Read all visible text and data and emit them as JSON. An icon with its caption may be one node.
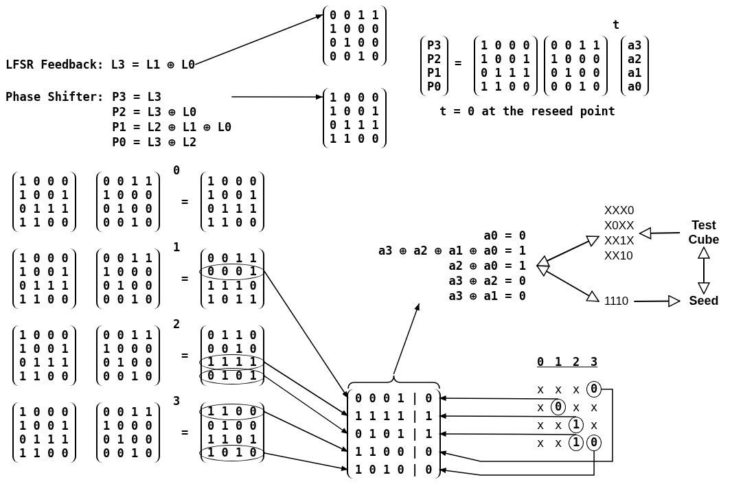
{
  "diagram": {
    "nodes": [
      {
        "text": [
          "LFSR Feedback: L3 = L1 ⊕ L0"
        ]
      },
      {
        "text": [
          "0 0 1 1 1 0 0 0 0 1 0 0 0 0 1 0"
        ]
      },
      {
        "text": [
          "Phase Shifter:",
          "P3 = L3",
          "P2 = L3 ⊕ L0",
          "P1 = L2 ⊕ L1 ⊕ L0",
          "P0 = L3 ⊕ L2"
        ]
      },
      {
        "text": [
          "1 0 0 0 1 0 0 1 0 1 1 1 1 1 0 0"
        ]
      },
      {
        "text": [
          "0 0 0 1"
        ]
      },
      {
        "text": [
          "1 1 1 1"
        ]
      },
      {
        "text": [
          "0 1 0 1"
        ]
      },
      {
        "text": [
          "1 1 0 0"
        ]
      },
      {
        "text": [
          "1 0 1 0"
        ]
      },
      {
        "text": [
          "a0 = 0",
          "a3 ⊕ a2 ⊕ a1 ⊕ a0 = 1",
          "a2 ⊕ a0 = 1",
          "a3 ⊕ a2 = 0",
          "a3 ⊕ a1 = 0"
        ]
      },
      {
        "text": [
          "XXX0",
          "X0XX",
          "XX1X",
          "XX10"
        ]
      },
      {
        "text": [
          "Test Cube"
        ]
      },
      {
        "text": [
          "1110"
        ]
      },
      {
        "text": [
          "Seed"
        ]
      },
      {
        "text": [],
        "shape": "bracket"
      },
      {
        "text": [
          "0 0 0 1 | 0"
        ],
        "in": 14
      },
      {
        "text": [
          "1 1 1 1 | 1"
        ],
        "in": 14
      },
      {
        "text": [
          "0 1 0 1 | 1"
        ],
        "in": 14
      },
      {
        "text": [
          "1 1 0 0 | 0"
        ],
        "in": 14
      },
      {
        "text": [
          "1 0 1 0 | 0"
        ],
        "in": 14
      },
      {
        "text": [
          "0"
        ]
      },
      {
        "text": [
          "0"
        ]
      },
      {
        "text": [
          "1"
        ]
      },
      {
        "text": [
          "1"
        ]
      },
      {
        "text": [
          "0"
        ]
      }
    ],
    "edges": [
      {
        "from": 0,
        "to": 1,
        "arrow": "to"
      },
      {
        "from": 2,
        "to": 3,
        "arrow": "to"
      },
      {
        "from": 4,
        "to": 15,
        "arrow": "to"
      },
      {
        "from": 5,
        "to": 16,
        "arrow": "to"
      },
      {
        "from": 6,
        "to": 17,
        "arrow": "to"
      },
      {
        "from": 7,
        "to": 18,
        "arrow": "to"
      },
      {
        "from": 8,
        "to": 19,
        "arrow": "to"
      },
      {
        "from": 14,
        "to": 9,
        "arrow": "to"
      },
      {
        "from": 9,
        "to": 10,
        "arrow": "both"
      },
      {
        "from": 9,
        "to": 12,
        "arrow": "both"
      },
      {
        "from": 11,
        "to": 10,
        "arrow": "to"
      },
      {
        "from": 11,
        "to": 13,
        "arrow": "both"
      },
      {
        "from": 12,
        "to": 13,
        "arrow": "to"
      },
      {
        "from": 21,
        "to": 15,
        "arrow": "to"
      },
      {
        "from": 22,
        "to": 16,
        "arrow": "to"
      },
      {
        "from": 23,
        "to": 17,
        "arrow": "to"
      },
      {
        "from": 20,
        "to": 18,
        "arrow": "to"
      },
      {
        "from": 24,
        "to": 19,
        "arrow": "to"
      }
    ],
    "labels": [
      "P3 P2 P1 P0",
      "=",
      "1 0 0 0 1 0 0 1 0 1 1 1 1 1 0 0",
      "0 0 1 1 1 0 0 0 0 1 0 0 0 0 1 0",
      "t",
      "a3 a2 a1 a0",
      "t = 0 at the reseed point",
      "1 0 0 0 1 0 0 1 0 1 1 1 1 1 0 0",
      "0 0 1 1 1 0 0 0 0 1 0 0 0 0 1 0",
      "0",
      "=",
      "1 0 0 0",
      "1 0 0 1",
      "0 1 1 1",
      "1 1 0 0",
      "1 0 0 0 1 0 0 1 0 1 1 1 1 1 0 0",
      "0 0 1 1 1 0 0 0 0 1 0 0 0 0 1 0",
      "1",
      "=",
      "0 0 1 1",
      "1 1 1 0",
      "1 0 1 1",
      "1 0 0 0 1 0 0 1 0 1 1 1 1 1 0 0",
      "0 0 1 1 1 0 0 0 0 1 0 0 0 0 1 0",
      "2",
      "=",
      "0 1 1 0",
      "0 0 1 0",
      "1 0 0 0 1 0 0 1 0 1 1 1 1 1 0 0",
      "0 0 1 1 1 0 0 0 0 1 0 0 0 0 1 0",
      "3",
      "=",
      "0 1 0 0",
      "1 1 0 1",
      "0 1 2 3",
      "x x x",
      "x",
      "x x",
      "x x",
      "x",
      "x x"
    ]
  }
}
